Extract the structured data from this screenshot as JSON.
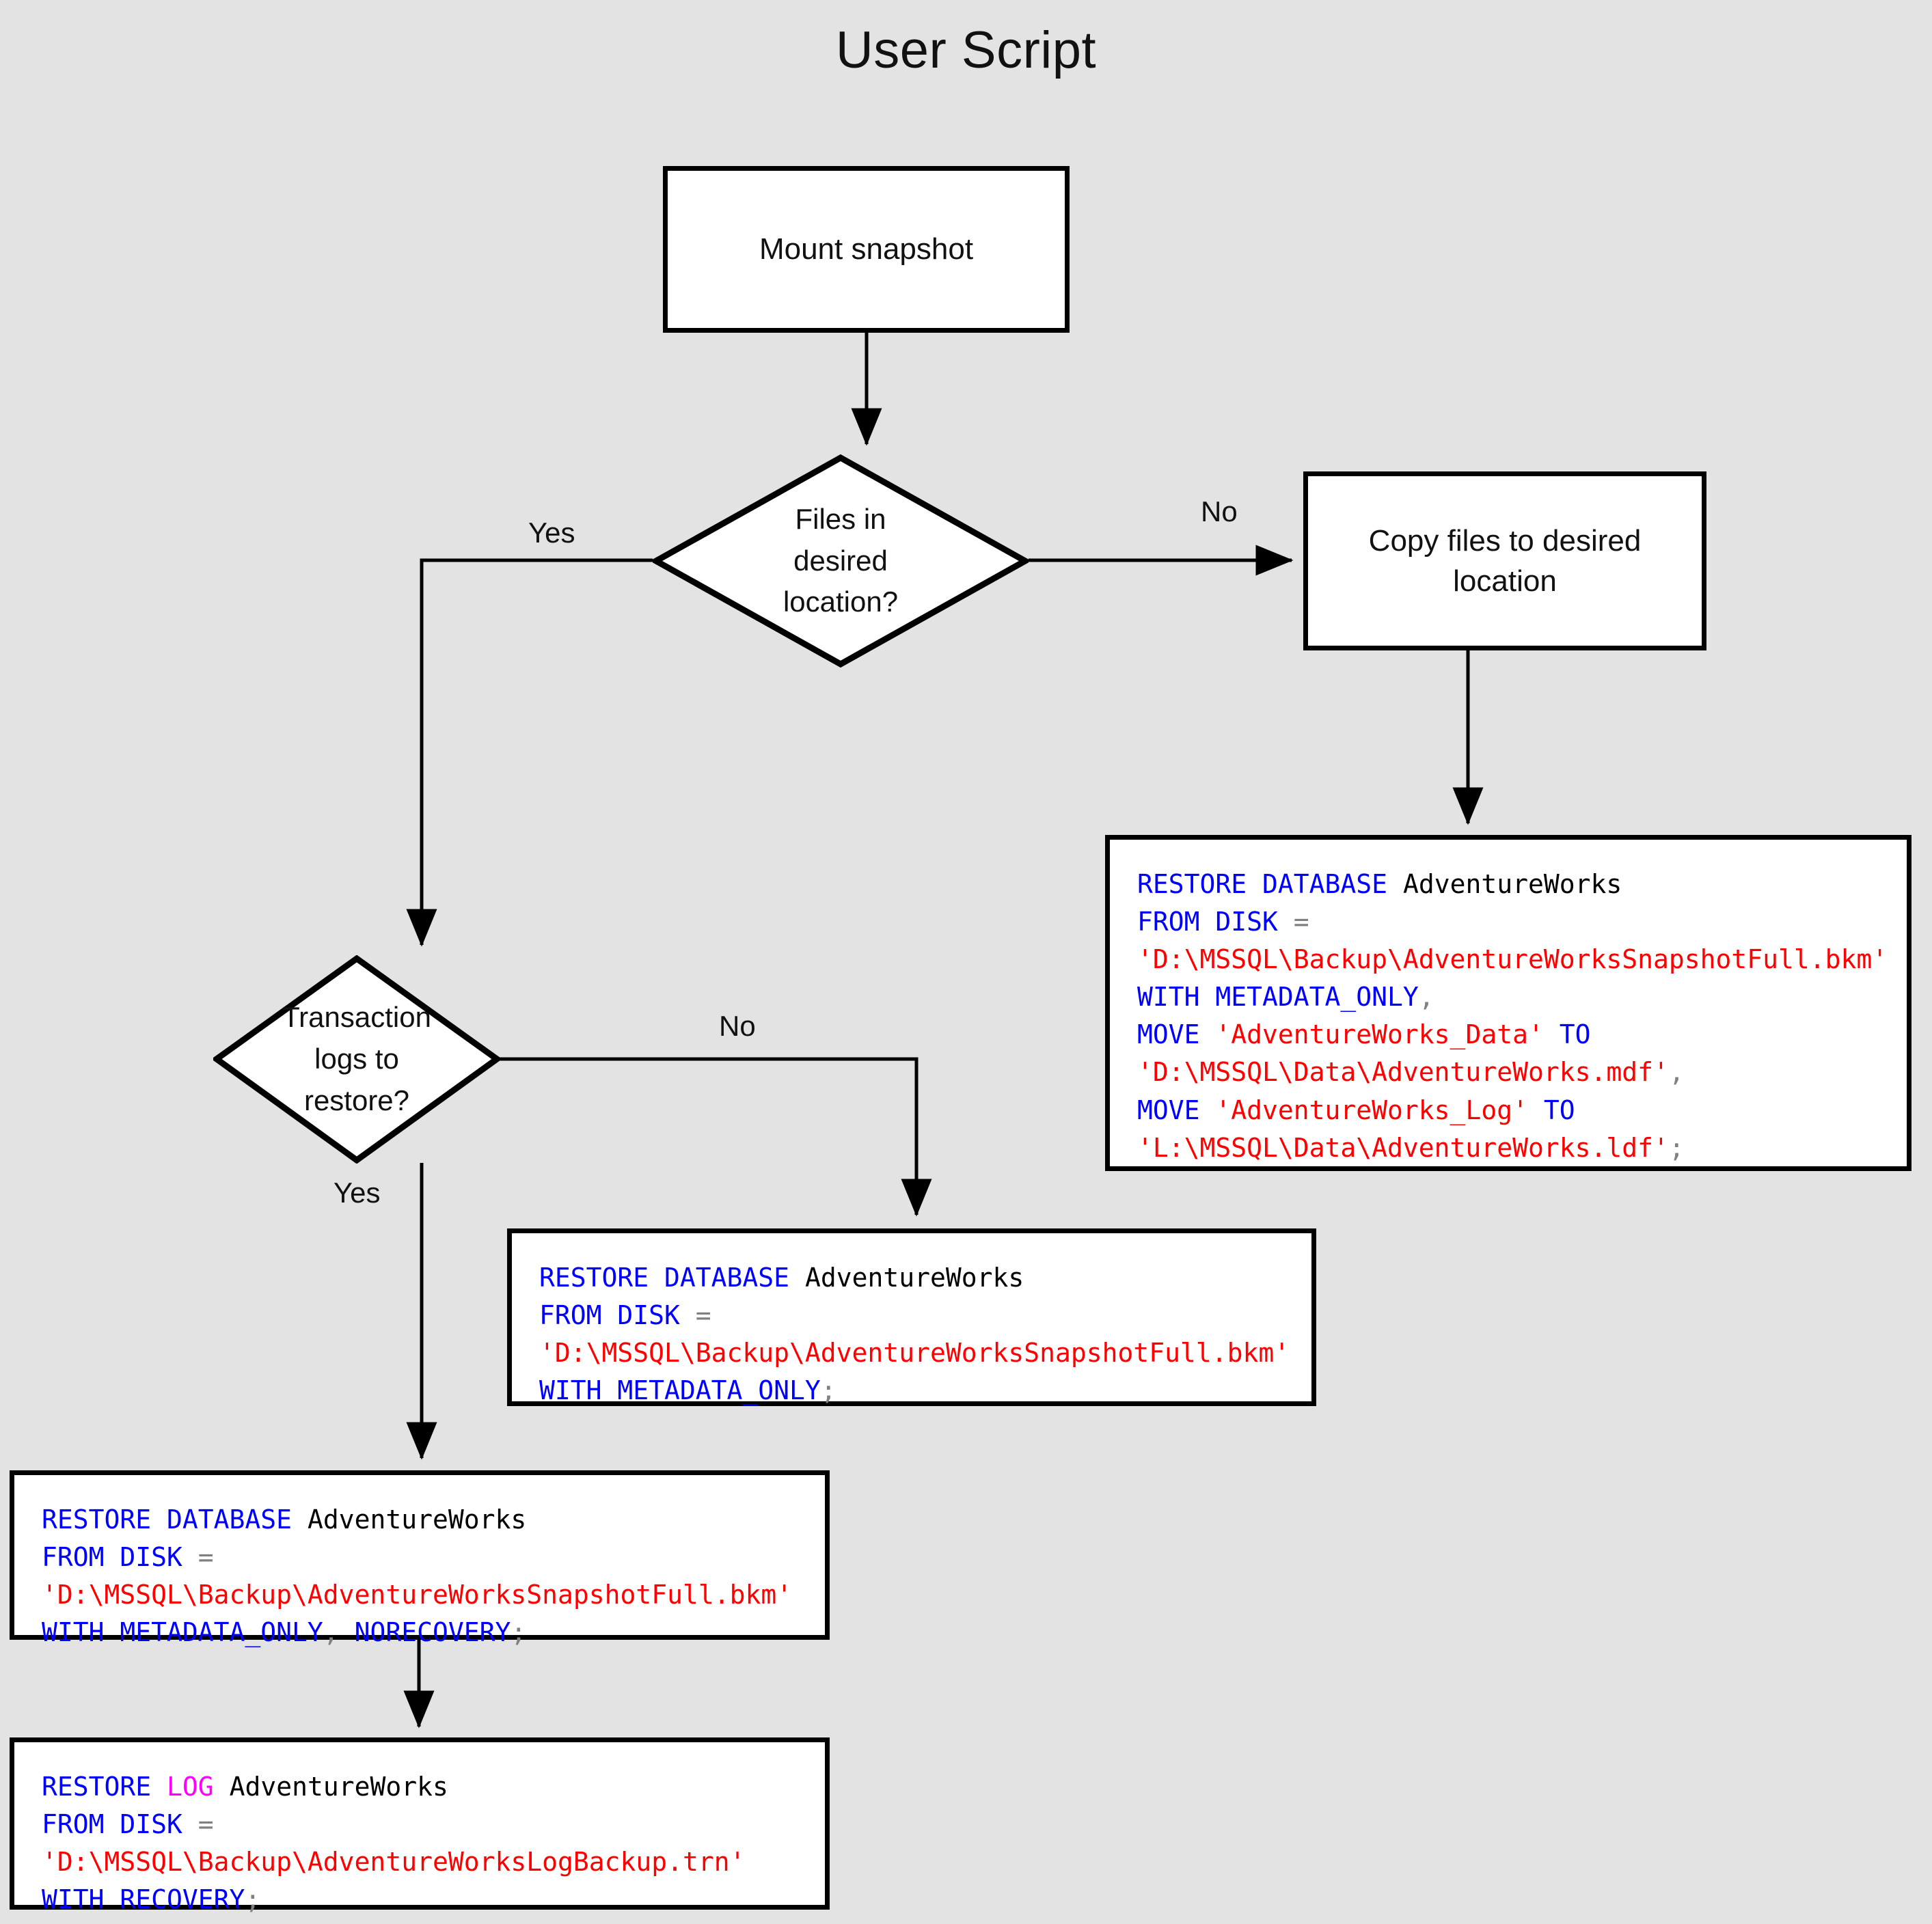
{
  "title": "User Script",
  "background_color": "#e3e3e3",
  "node_fill": "#ffffff",
  "node_stroke": "#000000",
  "syntax_colors": {
    "keyword": "#0000ff",
    "string": "#ff0000",
    "punctuation": "#808080",
    "identifier": "#000000",
    "log_keyword": "#ff00ff"
  },
  "nodes": {
    "mount_snapshot": {
      "type": "process",
      "label": "Mount snapshot"
    },
    "files_in_desired_location": {
      "type": "decision",
      "lines": [
        "Files in",
        "desired",
        "location?"
      ]
    },
    "copy_files": {
      "type": "process",
      "lines": [
        "Copy files to desired",
        "location"
      ]
    },
    "transaction_logs": {
      "type": "decision",
      "lines": [
        "Transaction",
        "logs to",
        "restore?"
      ]
    },
    "code_restore_with_move": {
      "type": "code",
      "lines": [
        [
          {
            "t": "RESTORE DATABASE ",
            "c": "kw"
          },
          {
            "t": "AdventureWorks",
            "c": "ident"
          }
        ],
        [
          {
            "t": "FROM DISK ",
            "c": "kw"
          },
          {
            "t": "=",
            "c": "pun"
          }
        ],
        [
          {
            "t": "'D:\\MSSQL\\Backup\\AdventureWorksSnapshotFull.bkm'",
            "c": "str"
          }
        ],
        [
          {
            "t": "WITH METADATA_ONLY",
            "c": "kw"
          },
          {
            "t": ",",
            "c": "pun"
          }
        ],
        [
          {
            "t": "MOVE ",
            "c": "kw"
          },
          {
            "t": "'AdventureWorks_Data'",
            "c": "str"
          },
          {
            "t": " TO",
            "c": "kw"
          }
        ],
        [
          {
            "t": "'D:\\MSSQL\\Data\\AdventureWorks.mdf'",
            "c": "str"
          },
          {
            "t": ",",
            "c": "pun"
          }
        ],
        [
          {
            "t": "MOVE ",
            "c": "kw"
          },
          {
            "t": "'AdventureWorks_Log'",
            "c": "str"
          },
          {
            "t": " TO",
            "c": "kw"
          }
        ],
        [
          {
            "t": "'L:\\MSSQL\\Data\\AdventureWorks.ldf'",
            "c": "str"
          },
          {
            "t": ";",
            "c": "pun"
          }
        ]
      ]
    },
    "code_restore_metadata_only": {
      "type": "code",
      "lines": [
        [
          {
            "t": "RESTORE DATABASE ",
            "c": "kw"
          },
          {
            "t": "AdventureWorks",
            "c": "ident"
          }
        ],
        [
          {
            "t": "FROM DISK ",
            "c": "kw"
          },
          {
            "t": "=",
            "c": "pun"
          }
        ],
        [
          {
            "t": "'D:\\MSSQL\\Backup\\AdventureWorksSnapshotFull.bkm'",
            "c": "str"
          }
        ],
        [
          {
            "t": "WITH METADATA_ONLY",
            "c": "kw"
          },
          {
            "t": ";",
            "c": "pun"
          }
        ]
      ]
    },
    "code_restore_norecovery": {
      "type": "code",
      "lines": [
        [
          {
            "t": "RESTORE DATABASE ",
            "c": "kw"
          },
          {
            "t": "AdventureWorks",
            "c": "ident"
          }
        ],
        [
          {
            "t": "FROM DISK ",
            "c": "kw"
          },
          {
            "t": "=",
            "c": "pun"
          }
        ],
        [
          {
            "t": "'D:\\MSSQL\\Backup\\AdventureWorksSnapshotFull.bkm'",
            "c": "str"
          }
        ],
        [
          {
            "t": "WITH METADATA_ONLY",
            "c": "kw"
          },
          {
            "t": ", ",
            "c": "pun"
          },
          {
            "t": "NORECOVERY",
            "c": "kw"
          },
          {
            "t": ";",
            "c": "pun"
          }
        ]
      ]
    },
    "code_restore_log": {
      "type": "code",
      "lines": [
        [
          {
            "t": "RESTORE ",
            "c": "kw"
          },
          {
            "t": "LOG",
            "c": "logkw"
          },
          {
            "t": " ",
            "c": "kw"
          },
          {
            "t": "AdventureWorks",
            "c": "ident"
          }
        ],
        [
          {
            "t": "FROM DISK ",
            "c": "kw"
          },
          {
            "t": "=",
            "c": "pun"
          }
        ],
        [
          {
            "t": "'D:\\MSSQL\\Backup\\AdventureWorksLogBackup.trn'",
            "c": "str"
          }
        ],
        [
          {
            "t": "WITH RECOVERY",
            "c": "kw"
          },
          {
            "t": ";",
            "c": "pun"
          }
        ]
      ]
    }
  },
  "edge_labels": {
    "files_yes": "Yes",
    "files_no": "No",
    "logs_no": "No",
    "logs_yes": "Yes"
  }
}
